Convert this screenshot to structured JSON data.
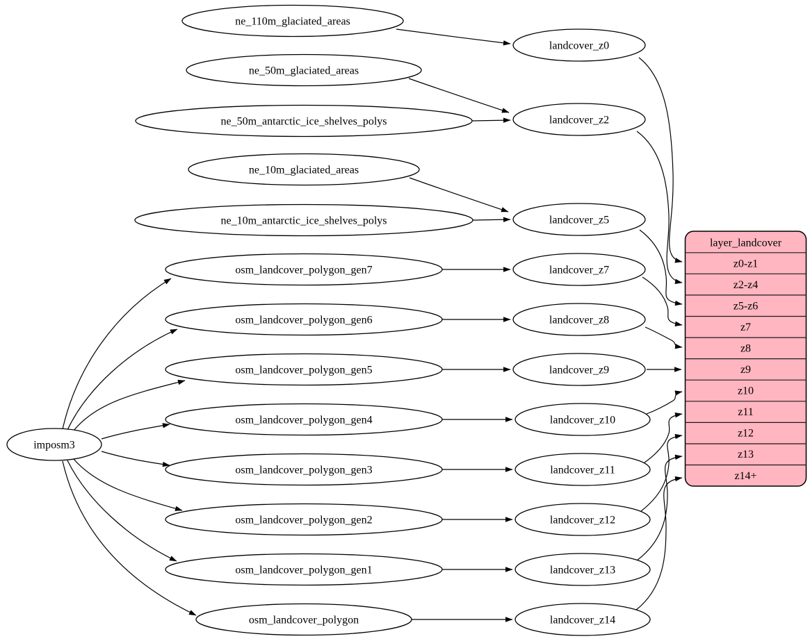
{
  "diagram": {
    "kind": "dependency-graph",
    "background_color": "#ffffff",
    "node_fill": "#ffffff",
    "node_stroke": "#000000",
    "edge_color": "#000000",
    "record_fill": "#ffb6c1"
  },
  "nodes": {
    "importer": {
      "label": "imposm3"
    },
    "sources": [
      {
        "label": "ne_110m_glaciated_areas"
      },
      {
        "label": "ne_50m_glaciated_areas"
      },
      {
        "label": "ne_50m_antarctic_ice_shelves_polys"
      },
      {
        "label": "ne_10m_glaciated_areas"
      },
      {
        "label": "ne_10m_antarctic_ice_shelves_polys"
      },
      {
        "label": "osm_landcover_polygon_gen7"
      },
      {
        "label": "osm_landcover_polygon_gen6"
      },
      {
        "label": "osm_landcover_polygon_gen5"
      },
      {
        "label": "osm_landcover_polygon_gen4"
      },
      {
        "label": "osm_landcover_polygon_gen3"
      },
      {
        "label": "osm_landcover_polygon_gen2"
      },
      {
        "label": "osm_landcover_polygon_gen1"
      },
      {
        "label": "osm_landcover_polygon"
      }
    ],
    "layers": [
      {
        "label": "landcover_z0"
      },
      {
        "label": "landcover_z2"
      },
      {
        "label": "landcover_z5"
      },
      {
        "label": "landcover_z7"
      },
      {
        "label": "landcover_z8"
      },
      {
        "label": "landcover_z9"
      },
      {
        "label": "landcover_z10"
      },
      {
        "label": "landcover_z11"
      },
      {
        "label": "landcover_z12"
      },
      {
        "label": "landcover_z13"
      },
      {
        "label": "landcover_z14"
      }
    ],
    "record": {
      "title": "layer_landcover",
      "rows": [
        "z0-z1",
        "z2-z4",
        "z5-z6",
        "z7",
        "z8",
        "z9",
        "z10",
        "z11",
        "z12",
        "z13",
        "z14+"
      ]
    }
  },
  "edges": [
    {
      "from": "imposm3",
      "to": "osm_landcover_polygon_gen7"
    },
    {
      "from": "imposm3",
      "to": "osm_landcover_polygon_gen6"
    },
    {
      "from": "imposm3",
      "to": "osm_landcover_polygon_gen5"
    },
    {
      "from": "imposm3",
      "to": "osm_landcover_polygon_gen4"
    },
    {
      "from": "imposm3",
      "to": "osm_landcover_polygon_gen3"
    },
    {
      "from": "imposm3",
      "to": "osm_landcover_polygon_gen2"
    },
    {
      "from": "imposm3",
      "to": "osm_landcover_polygon_gen1"
    },
    {
      "from": "imposm3",
      "to": "osm_landcover_polygon"
    },
    {
      "from": "ne_110m_glaciated_areas",
      "to": "landcover_z0"
    },
    {
      "from": "ne_50m_glaciated_areas",
      "to": "landcover_z2"
    },
    {
      "from": "ne_50m_antarctic_ice_shelves_polys",
      "to": "landcover_z2"
    },
    {
      "from": "ne_10m_glaciated_areas",
      "to": "landcover_z5"
    },
    {
      "from": "ne_10m_antarctic_ice_shelves_polys",
      "to": "landcover_z5"
    },
    {
      "from": "osm_landcover_polygon_gen7",
      "to": "landcover_z7"
    },
    {
      "from": "osm_landcover_polygon_gen6",
      "to": "landcover_z8"
    },
    {
      "from": "osm_landcover_polygon_gen5",
      "to": "landcover_z9"
    },
    {
      "from": "osm_landcover_polygon_gen4",
      "to": "landcover_z10"
    },
    {
      "from": "osm_landcover_polygon_gen3",
      "to": "landcover_z11"
    },
    {
      "from": "osm_landcover_polygon_gen2",
      "to": "landcover_z12"
    },
    {
      "from": "osm_landcover_polygon_gen1",
      "to": "landcover_z13"
    },
    {
      "from": "osm_landcover_polygon",
      "to": "landcover_z14"
    },
    {
      "from": "landcover_z0",
      "to": "layer_landcover.z0-z1"
    },
    {
      "from": "landcover_z2",
      "to": "layer_landcover.z2-z4"
    },
    {
      "from": "landcover_z5",
      "to": "layer_landcover.z5-z6"
    },
    {
      "from": "landcover_z7",
      "to": "layer_landcover.z7"
    },
    {
      "from": "landcover_z8",
      "to": "layer_landcover.z8"
    },
    {
      "from": "landcover_z9",
      "to": "layer_landcover.z9"
    },
    {
      "from": "landcover_z10",
      "to": "layer_landcover.z10"
    },
    {
      "from": "landcover_z11",
      "to": "layer_landcover.z11"
    },
    {
      "from": "landcover_z12",
      "to": "layer_landcover.z12"
    },
    {
      "from": "landcover_z13",
      "to": "layer_landcover.z13"
    },
    {
      "from": "landcover_z14",
      "to": "layer_landcover.z14+"
    }
  ]
}
